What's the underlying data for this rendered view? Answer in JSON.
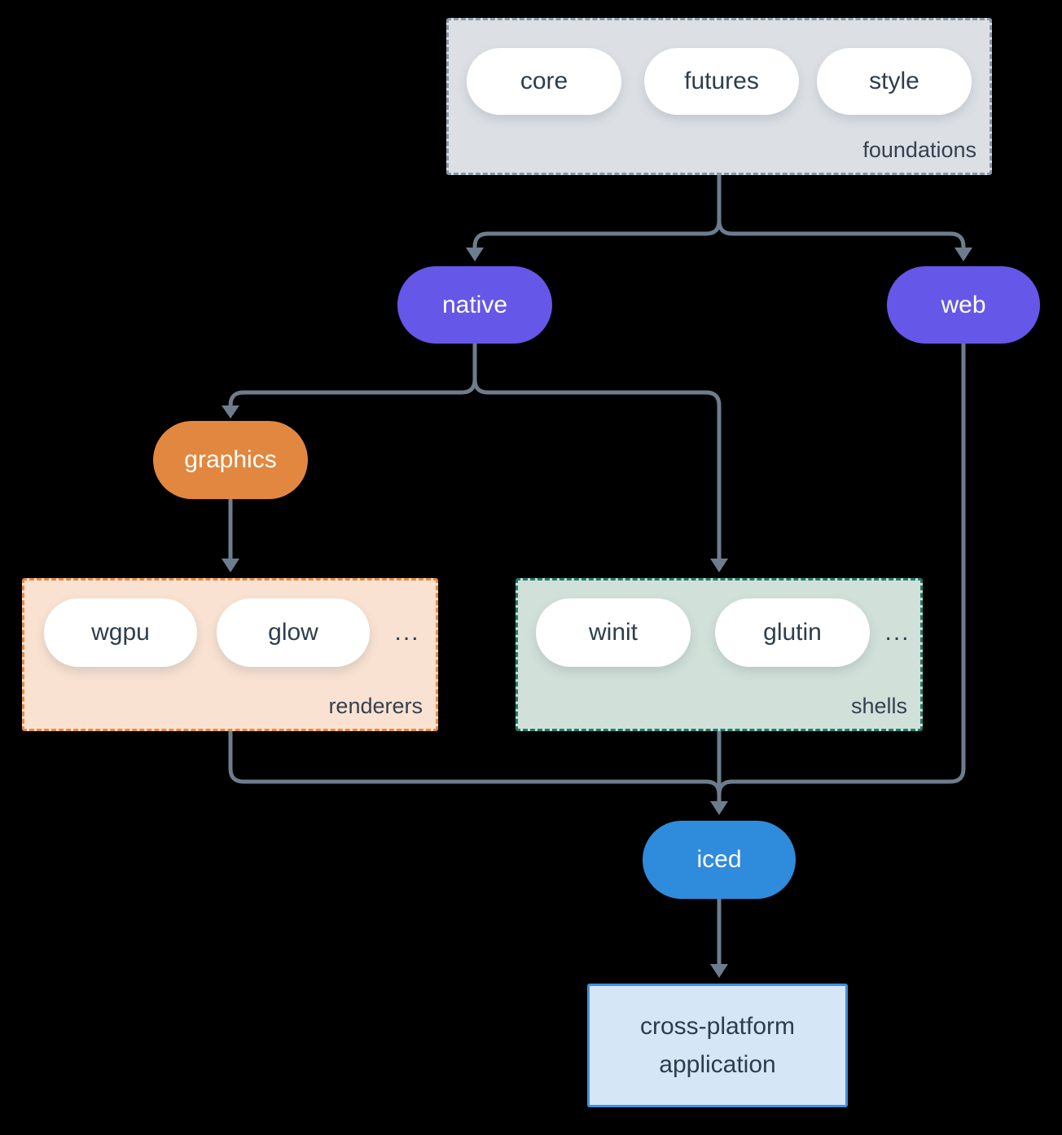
{
  "colors": {
    "background": "#000000",
    "connector": "#6d7d8e",
    "text_dark": "#2e3d4d",
    "text_light": "#ffffff",
    "foundations_bg": "#dce0e5",
    "foundations_border": "#8a99a8",
    "native_web_bg": "#6557e8",
    "graphics_bg": "#e2873f",
    "renderers_bg": "#f9e2d1",
    "renderers_border": "#ea8a3e",
    "shells_bg": "#d1e0d9",
    "shells_border": "#1f7d6d",
    "iced_bg": "#2f8bdb",
    "application_bg": "#d5e6f7",
    "application_border": "#4190db"
  },
  "foundations": {
    "label": "foundations",
    "pills": [
      "core",
      "futures",
      "style"
    ]
  },
  "native": {
    "label": "native"
  },
  "web": {
    "label": "web"
  },
  "graphics": {
    "label": "graphics"
  },
  "renderers": {
    "label": "renderers",
    "pills": [
      "wgpu",
      "glow"
    ],
    "ellipsis": "..."
  },
  "shells": {
    "label": "shells",
    "pills": [
      "winit",
      "glutin"
    ],
    "ellipsis": "..."
  },
  "iced": {
    "label": "iced"
  },
  "application": {
    "lines": [
      "cross-platform",
      "application"
    ]
  }
}
